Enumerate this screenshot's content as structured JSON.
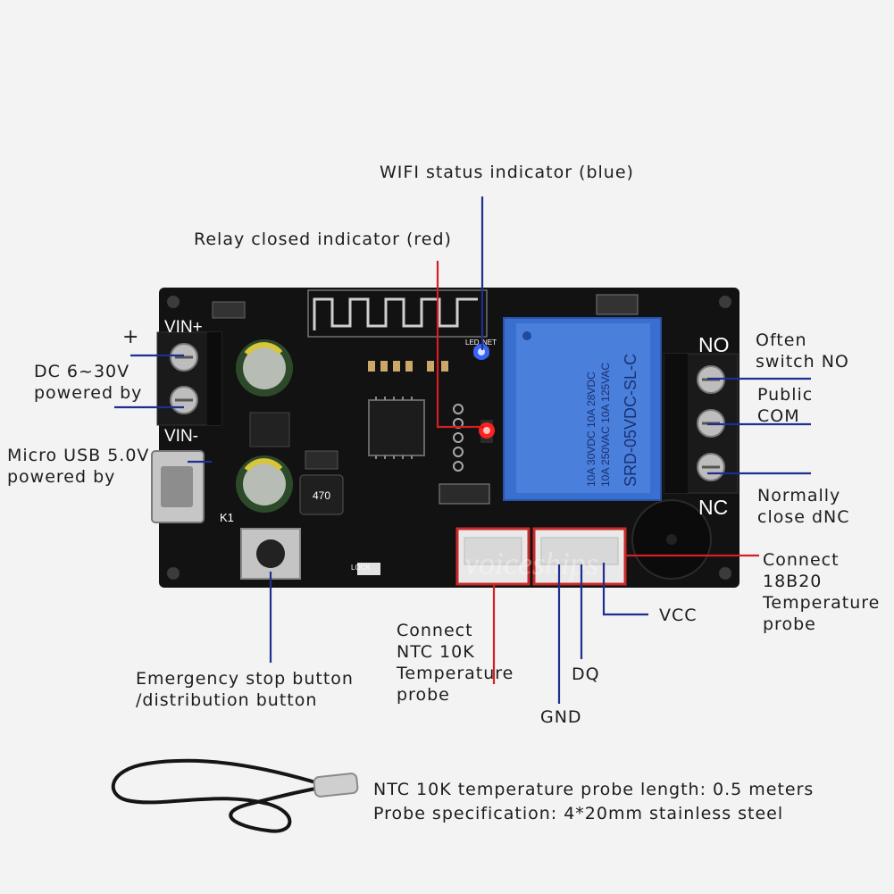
{
  "labels": {
    "wifi_indicator": "WIFI status indicator (blue)",
    "relay_indicator": "Relay closed indicator (red)",
    "dc_power": "DC 6~30V\npowered by",
    "plus_sign": "+",
    "usb_power": "Micro USB 5.0V\npowered by",
    "often_open": "Often\nswitch NO",
    "public_com": "Public\nCOM",
    "normally_closed": "Normally\nclose dNC",
    "connect_18b20": "Connect\n18B20\nTemperature\nprobe",
    "vcc": "VCC",
    "dq": "DQ",
    "gnd": "GND",
    "connect_ntc": "Connect\nNTC 10K\nTemperature\nprobe",
    "emergency_button": "Emergency stop button\n/distribution button",
    "probe_length": "NTC 10K temperature probe length: 0.5 meters",
    "probe_spec": "Probe specification: 4*20mm stainless steel"
  },
  "board": {
    "vin_plus": "VIN+",
    "vin_minus": "VIN-",
    "no": "NO",
    "nc": "NC",
    "k1": "K1",
    "relay_model": "SRD-05VDC-SL-C",
    "relay_rating_1": "10A 250VAC  10A 125VAC",
    "relay_rating_2": "10A 30VDC   10A 28VDC",
    "capacitor_code": "470",
    "led_label": "LED",
    "net_label": "NET",
    "lock_label": "LOCK",
    "watermark": "voiceships"
  },
  "colors": {
    "pointer_blue": "#1e2f8f",
    "pointer_red": "#d42020",
    "pcb": "#121212",
    "relay": "#3a6fd0",
    "terminal": "#1a1a1a"
  }
}
